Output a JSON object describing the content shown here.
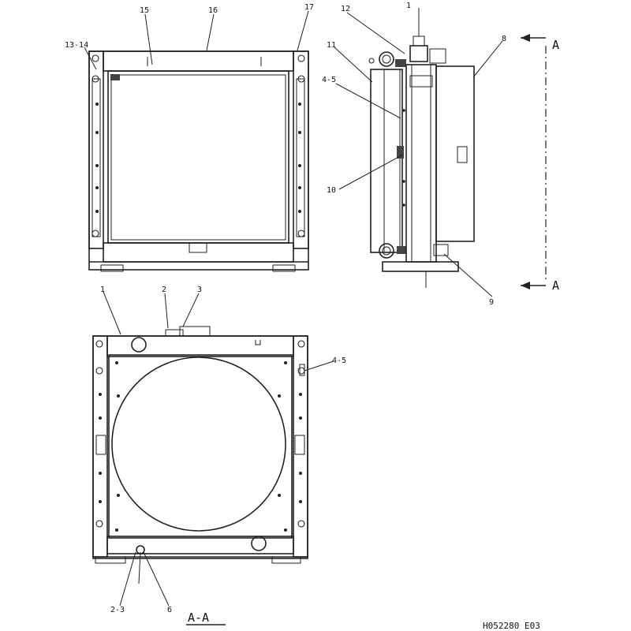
{
  "labels": {
    "p1_top": "1",
    "p15": "15",
    "p16": "16",
    "p17": "17",
    "p13_14": "13-14",
    "p12": "12",
    "p11": "11",
    "p4_5_side": "4-5",
    "p8": "8",
    "p10": "10",
    "p9": "9",
    "p1_front": "1",
    "p2": "2",
    "p3": "3",
    "p4_5_front": "4-5",
    "p2_3": "2-3",
    "p6": "6"
  },
  "section": {
    "arrow_top": "A",
    "arrow_bottom": "A",
    "view_title": "A-A"
  },
  "drawing_code": "H052280  E03"
}
